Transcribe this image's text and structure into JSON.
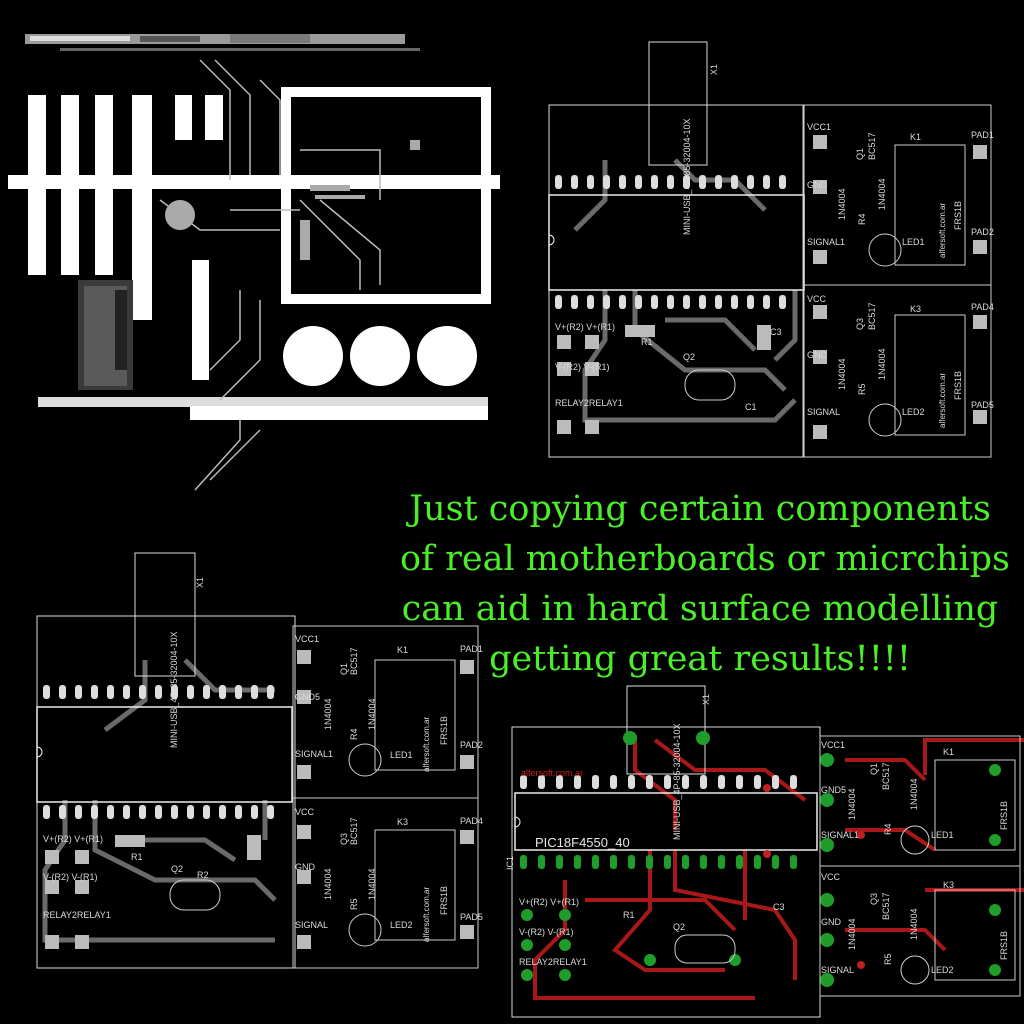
{
  "caption": {
    "line1": "Just copying certain components",
    "line2": "of real motherboards or micrchips",
    "line3": "can aid in hard surface modelling",
    "line4": "getting great results!!!!"
  },
  "pcb": {
    "connector_ref": "X1",
    "connector_part": "MINI-USB_4P-85-32004-10X",
    "vcc1": "VCC1",
    "vcc": "VCC",
    "gnd": "GND",
    "gnd5": "GND5",
    "signal1": "SIGNAL1",
    "signal": "SIGNAL",
    "pad1": "PAD1",
    "pad2": "PAD2",
    "pad4": "PAD4",
    "pad5": "PAD5",
    "k1": "K1",
    "k3": "K3",
    "q1": "Q1",
    "q3": "Q3",
    "q2": "Q2",
    "bc517": "BC517",
    "in4004": "1N4004",
    "frs1b": "FRS1B",
    "led1": "LED1",
    "led2": "LED2",
    "r1": "R1",
    "r2": "R2",
    "r4": "R4",
    "r5": "R5",
    "c1": "C1",
    "c3": "C3",
    "vplus": "V+(R2) V+(R1)",
    "vminus": "V-(R2)  V-(R1)",
    "relay": "RELAY2RELAY1",
    "watermark": "alfersoft.com.ar",
    "ic_ref": "IC1",
    "ic_part": "PIC18F4550_40"
  },
  "colors": {
    "caption": "#4cee2a",
    "silkscreen": "#d9d9d9",
    "trace_gray": "#6a6a6a",
    "trace_red": "#a81818",
    "pad_green": "#1f9d2a"
  }
}
